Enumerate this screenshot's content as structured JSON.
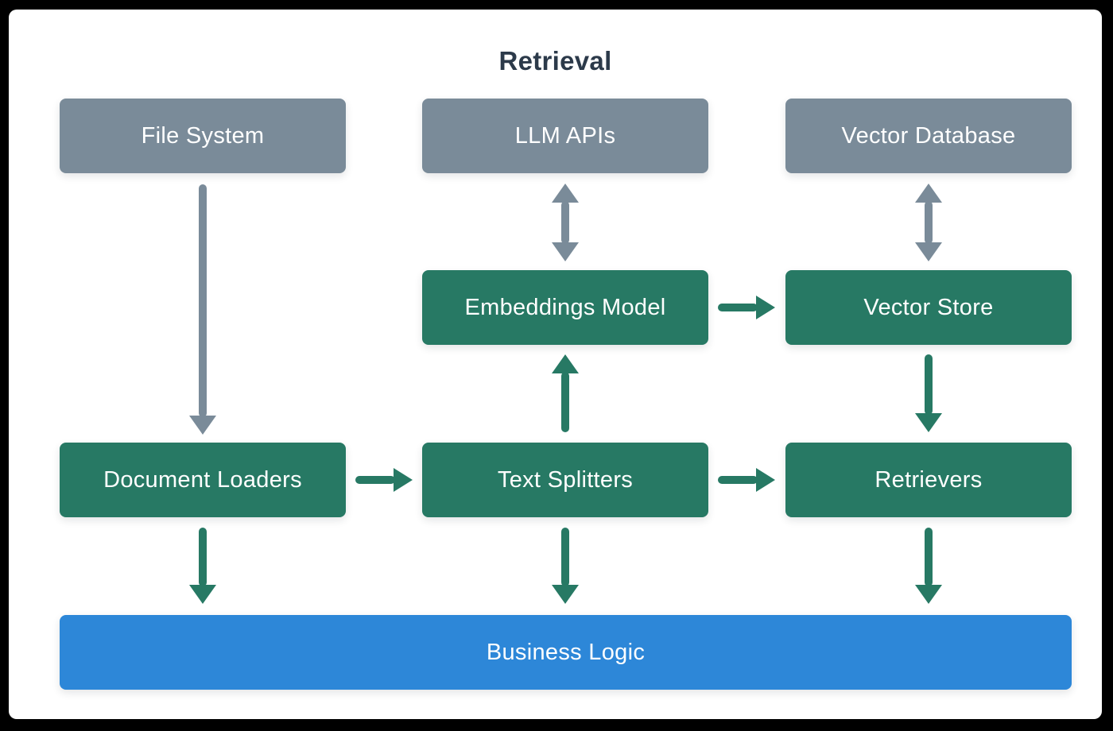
{
  "title": "Retrieval",
  "colors": {
    "source_box": "#7a8b99",
    "component_box": "#277964",
    "business_box": "#2d87d8",
    "title_text": "#2c3a4a",
    "arrow_gray": "#7a8b99",
    "arrow_green": "#277964",
    "canvas": "#ffffff",
    "backdrop": "#000000"
  },
  "nodes": {
    "file_system": {
      "label": "File System",
      "type": "external-source"
    },
    "llm_apis": {
      "label": "LLM APIs",
      "type": "external-source"
    },
    "vector_database": {
      "label": "Vector Database",
      "type": "external-source"
    },
    "embeddings_model": {
      "label": "Embeddings Model",
      "type": "component"
    },
    "vector_store": {
      "label": "Vector Store",
      "type": "component"
    },
    "document_loaders": {
      "label": "Document Loaders",
      "type": "component"
    },
    "text_splitters": {
      "label": "Text Splitters",
      "type": "component"
    },
    "retrievers": {
      "label": "Retrievers",
      "type": "component"
    },
    "business_logic": {
      "label": "Business Logic",
      "type": "business"
    }
  },
  "edges": [
    {
      "from": "file_system",
      "to": "document_loaders",
      "direction": "down",
      "style": "single",
      "color": "gray"
    },
    {
      "from": "llm_apis",
      "to": "embeddings_model",
      "direction": "both",
      "style": "double",
      "color": "gray"
    },
    {
      "from": "vector_database",
      "to": "vector_store",
      "direction": "both",
      "style": "double",
      "color": "gray"
    },
    {
      "from": "embeddings_model",
      "to": "vector_store",
      "direction": "right",
      "style": "single",
      "color": "green"
    },
    {
      "from": "text_splitters",
      "to": "embeddings_model",
      "direction": "up",
      "style": "single",
      "color": "green"
    },
    {
      "from": "vector_store",
      "to": "retrievers",
      "direction": "down",
      "style": "single",
      "color": "green"
    },
    {
      "from": "document_loaders",
      "to": "text_splitters",
      "direction": "right",
      "style": "single",
      "color": "green"
    },
    {
      "from": "text_splitters",
      "to": "retrievers",
      "direction": "right",
      "style": "single",
      "color": "green"
    },
    {
      "from": "document_loaders",
      "to": "business_logic",
      "direction": "down",
      "style": "single",
      "color": "green"
    },
    {
      "from": "text_splitters",
      "to": "business_logic",
      "direction": "down",
      "style": "single",
      "color": "green"
    },
    {
      "from": "retrievers",
      "to": "business_logic",
      "direction": "down",
      "style": "single",
      "color": "green"
    }
  ]
}
